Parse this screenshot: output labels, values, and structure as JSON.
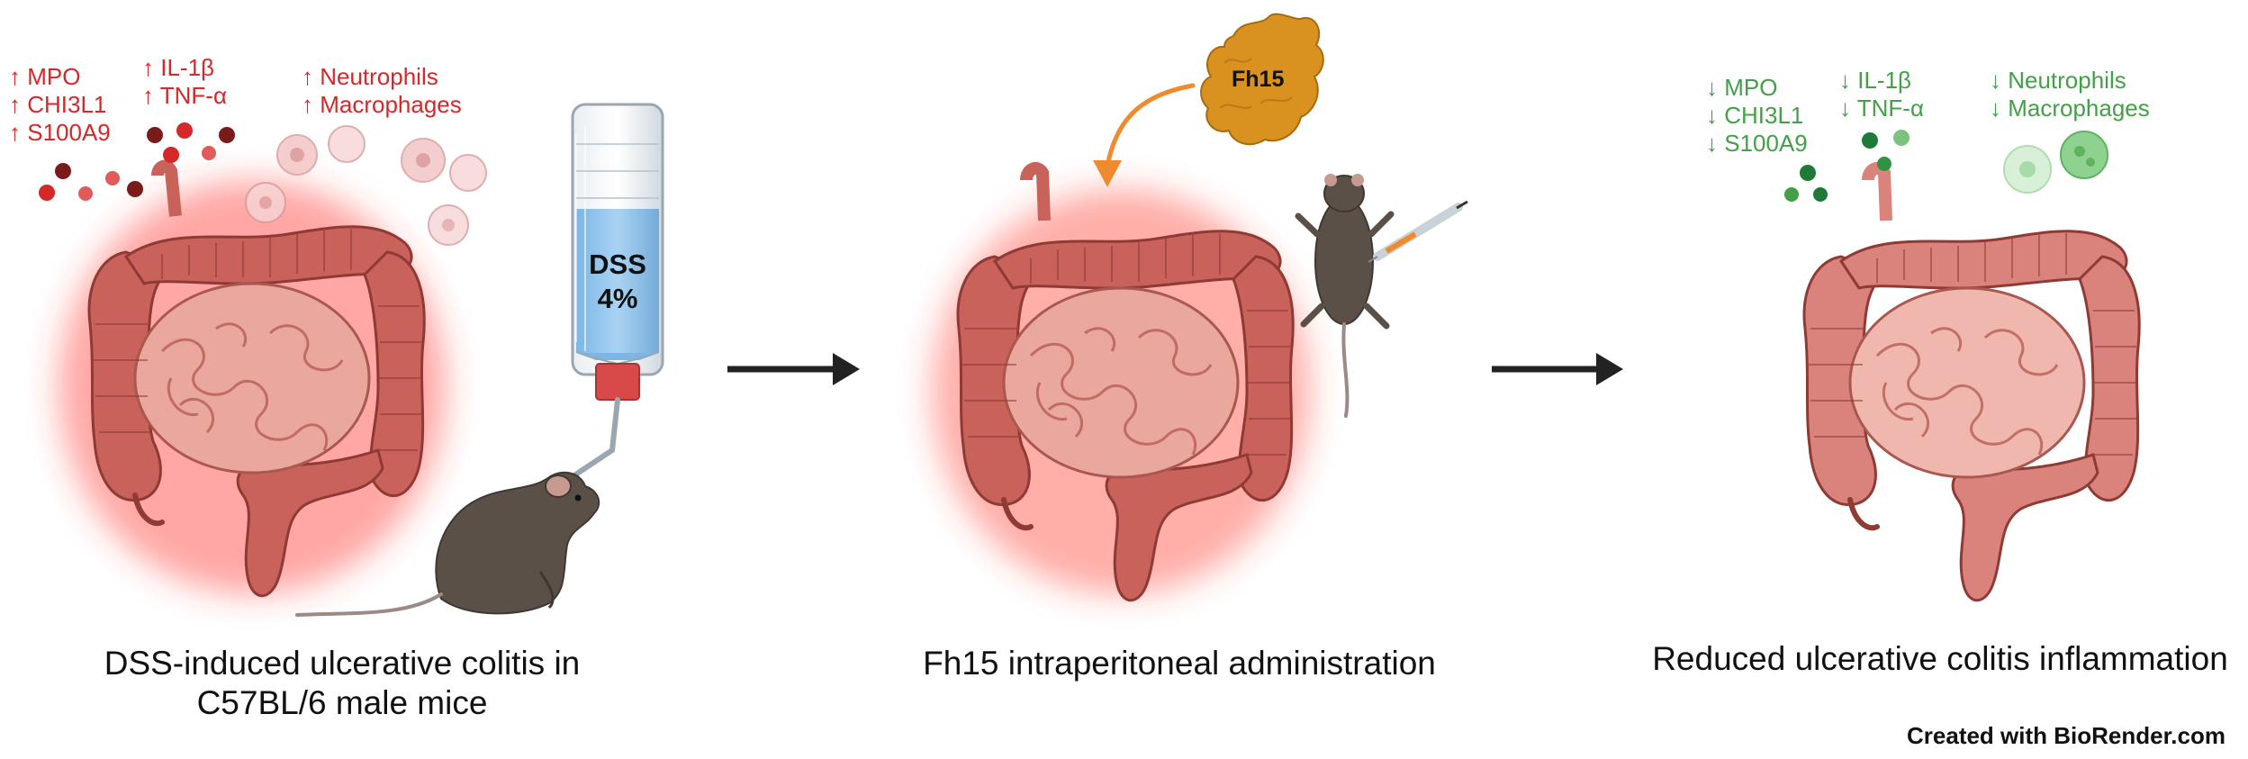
{
  "panel1": {
    "markers_a": [
      "↑ MPO",
      "↑ CHI3L1",
      "↑ S100A9"
    ],
    "markers_b": [
      "↑ IL-1β",
      "↑ TNF-α"
    ],
    "markers_c": [
      "↑ Neutrophils",
      "↑ Macrophages"
    ],
    "bottle_label": [
      "DSS",
      "4%"
    ],
    "caption": [
      "DSS-induced ulcerative colitis in",
      "C57BL/6 male mice"
    ]
  },
  "panel2": {
    "protein_label": "Fh15",
    "caption": "Fh15 intraperitoneal administration"
  },
  "panel3": {
    "markers_a": [
      "↓ MPO",
      "↓ CHI3L1",
      "↓ S100A9"
    ],
    "markers_b": [
      "↓ IL-1β",
      "↓ TNF-α"
    ],
    "markers_c": [
      "↓ Neutrophils",
      "↓ Macrophages"
    ],
    "caption": "Reduced ulcerative colitis inflammation"
  },
  "credit": "Created with BioRender.com",
  "colors": {
    "up_marker": "#d62828",
    "down_marker": "#43a047",
    "arrow": "#222222",
    "protein": "#d9921f",
    "inflamed_glow": "#ff3b30",
    "colon": "#c8625a",
    "healthy_colon": "#d9837c",
    "mouse": "#5a5047",
    "dss_liquid": "#8fc1ea",
    "bottle_cap": "#d84a4a",
    "injection_arrow": "#ef8a2f"
  },
  "icons": [
    "colon-icon",
    "mouse-icon",
    "water-bottle-icon",
    "syringe-icon",
    "protein-icon",
    "cell-icon",
    "cytokine-dot-icon",
    "arrow-icon"
  ]
}
